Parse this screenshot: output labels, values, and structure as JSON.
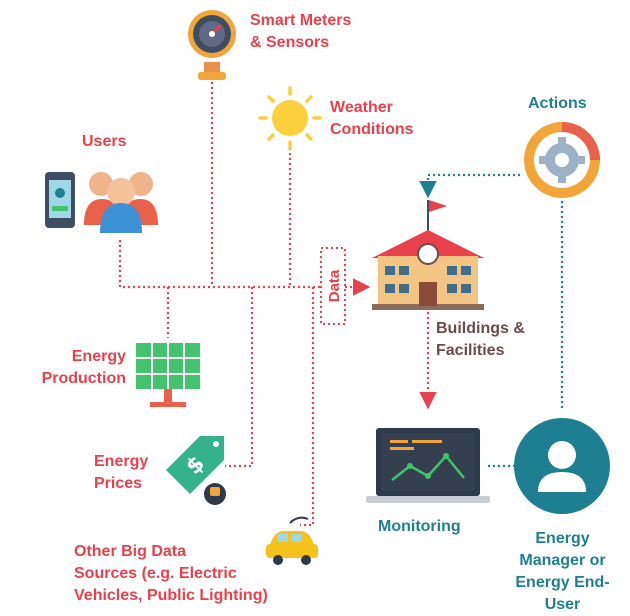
{
  "labels": {
    "smart_meters": "Smart Meters\n& Sensors",
    "weather": "Weather\nConditions",
    "users": "Users",
    "actions": "Actions",
    "data": "Data",
    "buildings": "Buildings &\nFacilities",
    "energy_production": "Energy\nProduction",
    "energy_prices": "Energy\nPrices",
    "other_sources": "Other Big Data\nSources (e.g. Electric\nVehicles, Public Lighting)",
    "monitoring": "Monitoring",
    "energy_manager": "Energy\nManager or\nEnergy End-\nUser"
  },
  "colors": {
    "red": "#e9414b",
    "teal": "#1e7f93",
    "brown": "#6b4c4c",
    "orange": "#f2a63a",
    "green": "#43c36b"
  },
  "icons": [
    "smart-meter-icon",
    "sun-icon",
    "users-icon",
    "phone-icon",
    "gear-icon",
    "school-building-icon",
    "solar-panel-icon",
    "price-tag-icon",
    "electric-car-icon",
    "laptop-chart-icon",
    "user-avatar-icon"
  ]
}
